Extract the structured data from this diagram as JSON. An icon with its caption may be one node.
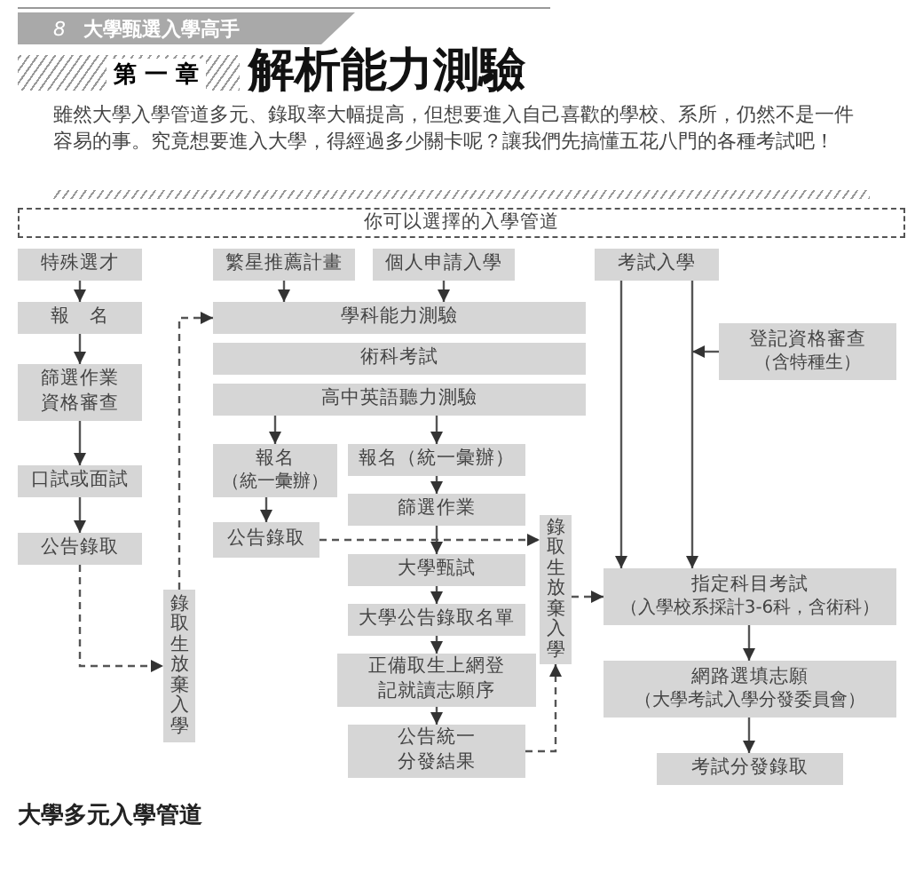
{
  "diagram": {
    "title": "解析能力測驗",
    "caption": "大學多元入學管道",
    "nodes": [
      {
        "text": [
          "你可以選擇的入學管道"
        ]
      },
      {
        "text": [
          "特殊選才"
        ]
      },
      {
        "text": [
          "繁星推薦計畫"
        ]
      },
      {
        "text": [
          "個人申請入學"
        ]
      },
      {
        "text": [
          "考試入學"
        ]
      },
      {
        "text": [
          "報　名"
        ]
      },
      {
        "text": [
          "學科能力測驗"
        ]
      },
      {
        "text": [
          "術科考試"
        ]
      },
      {
        "text": [
          "高中英語聽力測驗"
        ]
      },
      {
        "text": [
          "登記資格審查",
          "（含特種生）"
        ]
      },
      {
        "text": [
          "篩選作業資格審查"
        ]
      },
      {
        "text": [
          "口試或面試"
        ]
      },
      {
        "text": [
          "公告錄取"
        ]
      },
      {
        "text": [
          "錄取生放棄入學"
        ]
      },
      {
        "text": [
          "報名",
          "（統一彙辦）"
        ]
      },
      {
        "text": [
          "報名（統一彙辦）"
        ]
      },
      {
        "text": [
          "篩選作業"
        ]
      },
      {
        "text": [
          "公告錄取"
        ]
      },
      {
        "text": [
          "錄取生放棄入學"
        ]
      },
      {
        "text": [
          "大學甄試"
        ]
      },
      {
        "text": [
          "大學公告錄取名單"
        ]
      },
      {
        "text": [
          "正備取生上網登記就讀志願序"
        ]
      },
      {
        "text": [
          "公告統一分發結果"
        ]
      },
      {
        "text": [
          "指定科目考試",
          "（入學校系採計3-6科，含術科）"
        ]
      },
      {
        "text": [
          "網路選填志願",
          "（大學考試入學分發委員會）"
        ]
      },
      {
        "text": [
          "考試分發錄取"
        ]
      }
    ],
    "edges": [
      {
        "from": 1,
        "to": 5,
        "arrow": "to"
      },
      {
        "from": 5,
        "to": 10,
        "arrow": "to"
      },
      {
        "from": 10,
        "to": 11,
        "arrow": "to"
      },
      {
        "from": 11,
        "to": 12,
        "arrow": "to"
      },
      {
        "from": 12,
        "to": 13,
        "arrow": "to",
        "style": "dashed"
      },
      {
        "from": 13,
        "to": 6,
        "arrow": "to",
        "style": "dashed"
      },
      {
        "from": 2,
        "to": 6,
        "arrow": "to"
      },
      {
        "from": 3,
        "to": 6,
        "arrow": "to"
      },
      {
        "from": 4,
        "to": 23,
        "arrow": "to"
      },
      {
        "from": 4,
        "to": 23,
        "arrow": "to"
      },
      {
        "from": 9,
        "to": null,
        "arrow": "to"
      },
      {
        "from": 8,
        "to": 14,
        "arrow": "to"
      },
      {
        "from": 8,
        "to": 15,
        "arrow": "to"
      },
      {
        "from": 14,
        "to": 17,
        "arrow": "to"
      },
      {
        "from": 15,
        "to": 16,
        "arrow": "to"
      },
      {
        "from": 16,
        "to": 19,
        "arrow": "to"
      },
      {
        "from": 19,
        "to": 20,
        "arrow": "to"
      },
      {
        "from": 20,
        "to": 21,
        "arrow": "to"
      },
      {
        "from": 21,
        "to": 22,
        "arrow": "to"
      },
      {
        "from": 17,
        "to": 18,
        "arrow": "to",
        "style": "dashed"
      },
      {
        "from": 22,
        "to": 18,
        "arrow": "to",
        "style": "dashed"
      },
      {
        "from": 18,
        "to": 23,
        "arrow": "to",
        "style": "dashed"
      },
      {
        "from": 23,
        "to": 24,
        "arrow": "to"
      },
      {
        "from": 24,
        "to": 25,
        "arrow": "to"
      }
    ],
    "labels": [
      "8",
      "大學甄選入學高手",
      "第 一 章",
      "雖然大學入學管道多元、錄取率大幅提高，但想要進入自己喜歡的學校、系所，仍然不是一件容易的事。究竟想要進入大學，得經過多少關卡呢？讓我們先搞懂五花八門的各種考試吧！"
    ]
  }
}
